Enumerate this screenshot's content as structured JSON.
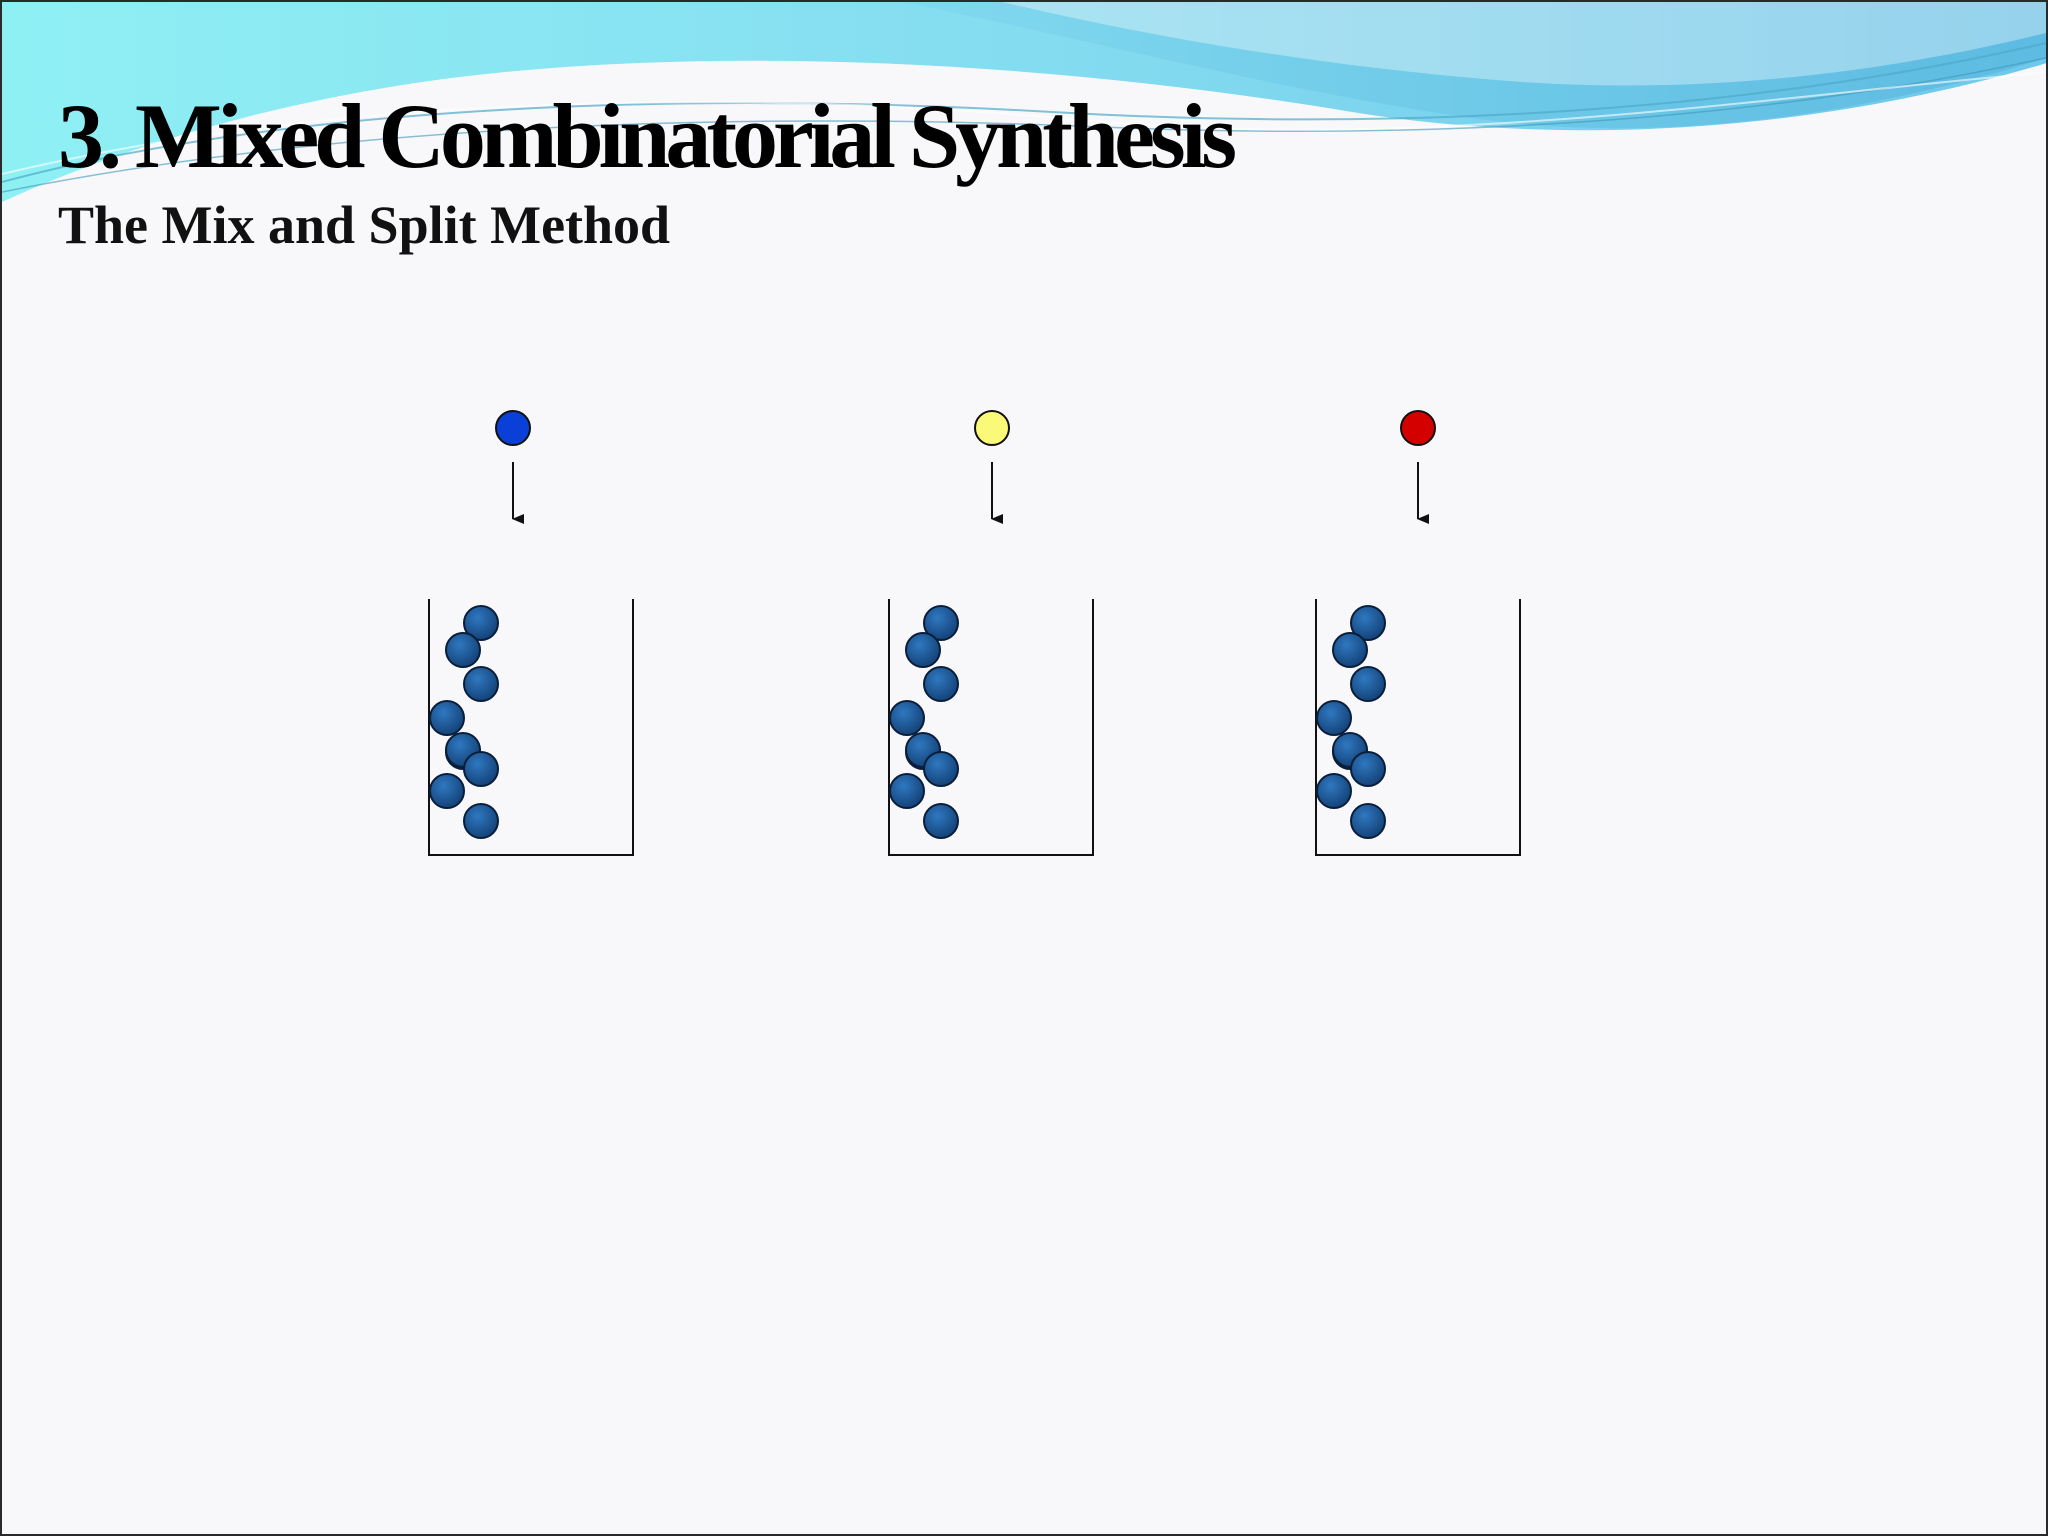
{
  "slide": {
    "title": "3. Mixed Combinatorial Synthesis",
    "subtitle": "The Mix and Split Method"
  },
  "colors": {
    "wave_light": "#8feaf2",
    "wave_mid": "#7fd4ee",
    "wave_dark": "#5fb6d6",
    "bead_fill": "#1a5a9c",
    "bead_stroke": "#0a1e3a",
    "container_stroke": "#111111",
    "arrow": "#111111"
  },
  "diagram": {
    "reagents": [
      {
        "name": "blue-reagent",
        "color": "#0a3fd8"
      },
      {
        "name": "yellow-reagent",
        "color": "#fbfa78"
      },
      {
        "name": "red-reagent",
        "color": "#d40000"
      }
    ],
    "containers": [
      {
        "name": "container-1",
        "bead_count": 9
      },
      {
        "name": "container-2",
        "bead_count": 9
      },
      {
        "name": "container-3",
        "bead_count": 9
      }
    ]
  }
}
